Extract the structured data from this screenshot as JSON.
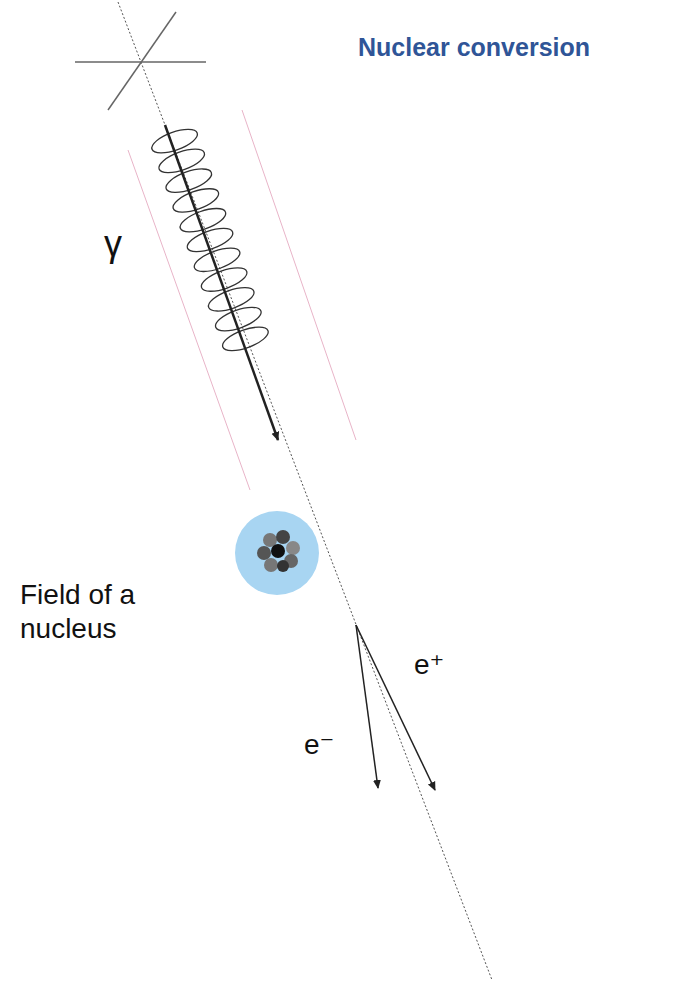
{
  "diagram": {
    "title": "Nuclear conversion",
    "labels": [
      "γ",
      "Field of a nucleus",
      "e⁺",
      "e⁻"
    ]
  }
}
